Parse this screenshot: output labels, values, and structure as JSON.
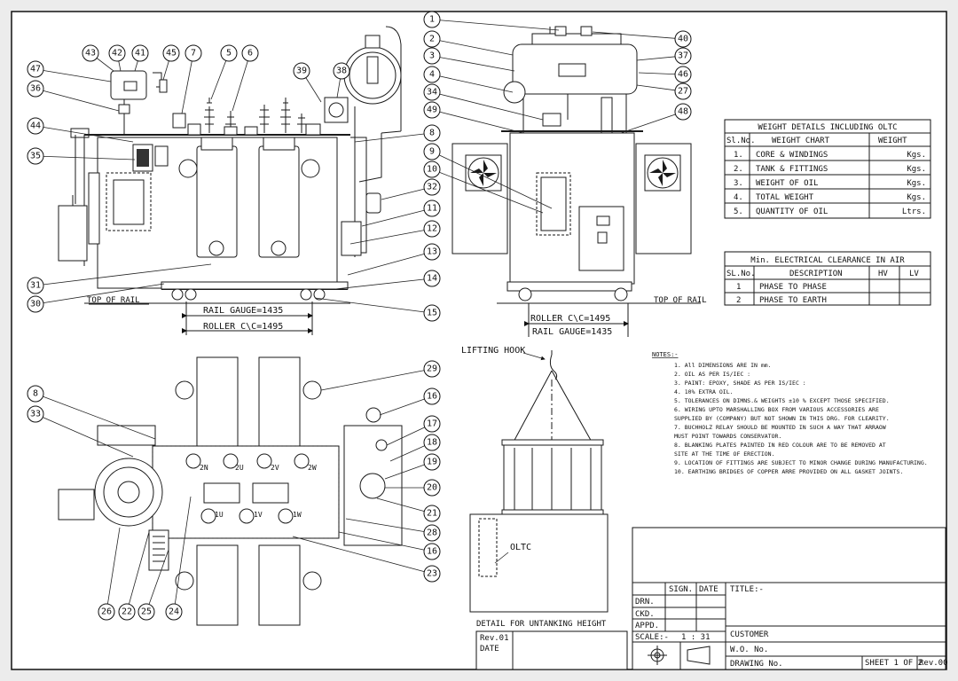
{
  "views": {
    "front_top_of_rail": "TOP OF RAIL",
    "front_rail_gauge": "RAIL GAUGE=1435",
    "front_roller": "ROLLER C\\C=1495",
    "side_top_of_rail": "TOP OF RAIL",
    "side_roller": "ROLLER C\\C=1495",
    "side_rail_gauge": "RAIL GAUGE=1435",
    "lifting_hook": "LIFTING HOOK",
    "oltc": "OLTC",
    "untanking_caption": "DETAIL FOR UNTANKING HEIGHT",
    "terminals": [
      "2N",
      "2U",
      "2V",
      "2W",
      "1U",
      "1V",
      "1W"
    ]
  },
  "weight_table": {
    "title": "WEIGHT DETAILS INCLUDING OLTC",
    "headers": [
      "Sl.No.",
      "WEIGHT CHART",
      "WEIGHT"
    ],
    "rows": [
      [
        "1.",
        "CORE & WINDINGS",
        "Kgs."
      ],
      [
        "2.",
        "TANK & FITTINGS",
        "Kgs."
      ],
      [
        "3.",
        "WEIGHT OF OIL",
        "Kgs."
      ],
      [
        "4.",
        "TOTAL  WEIGHT",
        "Kgs."
      ],
      [
        "5.",
        "QUANTITY OF OIL",
        "Ltrs."
      ]
    ]
  },
  "clearance_table": {
    "title": "Min. ELECTRICAL CLEARANCE IN AIR",
    "headers": [
      "SL.No.",
      "DESCRIPTION",
      "HV",
      "LV"
    ],
    "rows": [
      [
        "1",
        "PHASE TO PHASE",
        "",
        ""
      ],
      [
        "2",
        "PHASE TO EARTH",
        "",
        ""
      ]
    ]
  },
  "notes": {
    "heading": "NOTES:-",
    "lines": [
      "1. All DIMENSIONS ARE IN mm.",
      "2. OIL AS PER IS/IEC :",
      "3. PAINT: EPOXY, SHADE          AS PER        IS/IEC :",
      "4. 10% EXTRA OIL.",
      "5. TOLERANCES ON DIMNS.& WEIGHTS ±10 % EXCEPT THOSE SPECIFIED.",
      "6. WIRING UPTO MARSHALLING BOX FROM VARIOUS ACCESSORIES ARE",
      "   SUPPLIED BY (COMPANY) BUT NOT SHOWN IN THIS DRG. FOR CLEARITY.",
      "7. BUCHHOLZ RELAY SHOULD BE MOUNTED IN SUCH A WAY THAT ARRAOW",
      "   MUST POINT TOWARDS CONSERVATOR.",
      "8. BLANKING PLATES PAINTED IN RED COLOUR ARE TO BE REMOVED AT",
      "   SITE AT THE TIME OF ERECTION.",
      "9. LOCATION OF FITTINGS ARE SUBJECT TO MINOR CHANGE DURING MANUFACTURING.",
      "10. EARTHING BRIDGES OF COPPER ARRE PROVIDED ON ALL GASKET JOINTS."
    ]
  },
  "title_block": {
    "sign": "SIGN.",
    "date": "DATE",
    "title": "TITLE:-",
    "drn": "DRN.",
    "ckd": "CKD.",
    "appd": "APPD.",
    "scale_label": "SCALE:-",
    "scale_value": "1 : 31",
    "customer": "CUSTOMER",
    "wo": "W.O. No.",
    "drawing": "DRAWING No.",
    "sheet": "SHEET 1 OF 2",
    "rev": "Rev.00"
  },
  "revision": {
    "rev": "Rev.01",
    "date": "DATE"
  },
  "balloons": {
    "front": [
      "43",
      "42",
      "41",
      "45",
      "7",
      "5",
      "6",
      "39",
      "38",
      "47",
      "36",
      "44",
      "35",
      "31",
      "30",
      "8",
      "32",
      "11",
      "12",
      "13",
      "14",
      "15"
    ],
    "side": [
      "1",
      "2",
      "3",
      "4",
      "34",
      "49",
      "9",
      "10",
      "40",
      "37",
      "46",
      "27",
      "48"
    ],
    "plan": [
      "29",
      "8",
      "33",
      "16",
      "17",
      "18",
      "19",
      "20",
      "21",
      "28",
      "16",
      "23",
      "26",
      "22",
      "25",
      "24"
    ]
  }
}
